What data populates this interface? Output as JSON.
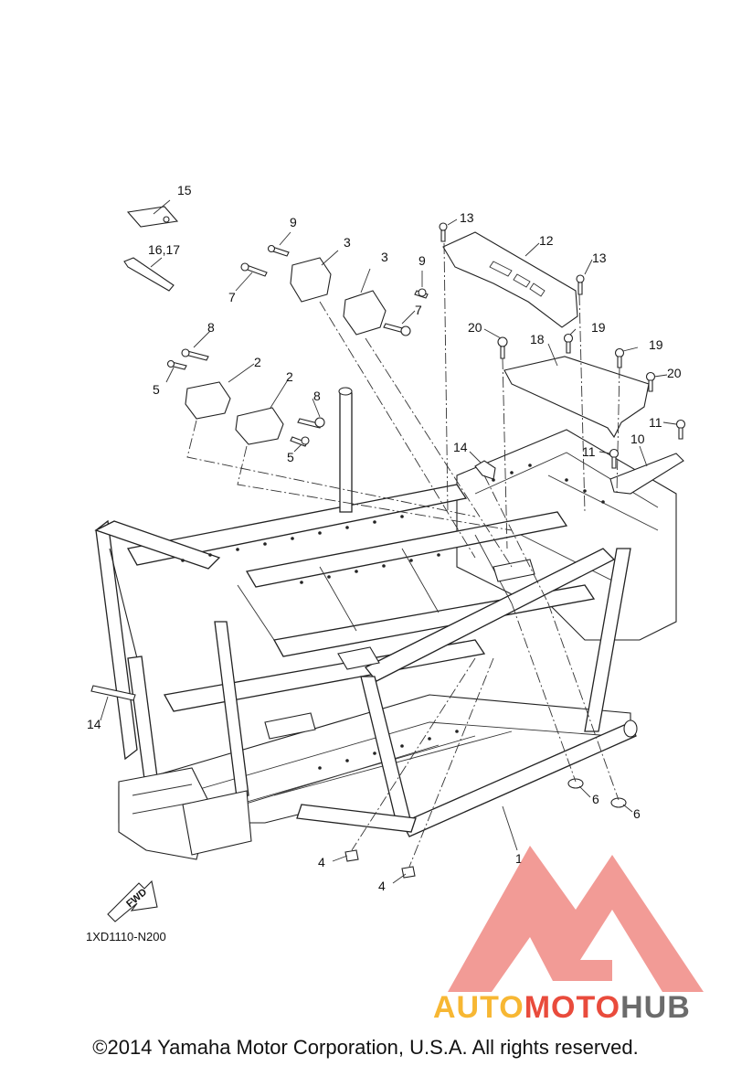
{
  "callouts": [
    {
      "id": "c15",
      "text": "15"
    },
    {
      "id": "c1617",
      "text": "16,17"
    },
    {
      "id": "c9a",
      "text": "9"
    },
    {
      "id": "c3a",
      "text": "3"
    },
    {
      "id": "c7a",
      "text": "7"
    },
    {
      "id": "c3b",
      "text": "3"
    },
    {
      "id": "c9b",
      "text": "9"
    },
    {
      "id": "c7b",
      "text": "7"
    },
    {
      "id": "c13a",
      "text": "13"
    },
    {
      "id": "c12",
      "text": "12"
    },
    {
      "id": "c13b",
      "text": "13"
    },
    {
      "id": "c8a",
      "text": "8"
    },
    {
      "id": "c2a",
      "text": "2"
    },
    {
      "id": "c5a",
      "text": "5"
    },
    {
      "id": "c2b",
      "text": "2"
    },
    {
      "id": "c8b",
      "text": "8"
    },
    {
      "id": "c5b",
      "text": "5"
    },
    {
      "id": "c20a",
      "text": "20"
    },
    {
      "id": "c19a",
      "text": "19"
    },
    {
      "id": "c18",
      "text": "18"
    },
    {
      "id": "c19b",
      "text": "19"
    },
    {
      "id": "c20b",
      "text": "20"
    },
    {
      "id": "c11a",
      "text": "11"
    },
    {
      "id": "c14a",
      "text": "14"
    },
    {
      "id": "c11b",
      "text": "11"
    },
    {
      "id": "c10",
      "text": "10"
    },
    {
      "id": "c14b",
      "text": "14"
    },
    {
      "id": "c6a",
      "text": "6"
    },
    {
      "id": "c6b",
      "text": "6"
    },
    {
      "id": "c1",
      "text": "1"
    },
    {
      "id": "c4a",
      "text": "4"
    },
    {
      "id": "c4b",
      "text": "4"
    }
  ],
  "fwd_label": "FWD",
  "reference_code": "1XD1110-N200",
  "copyright": "©2014 Yamaha Motor Corporation, U.S.A. All rights reserved.",
  "watermark": {
    "text_part1": "AUTO",
    "text_part2": "MOTO",
    "text_part3": "HUB",
    "color_orange": "#f7b733",
    "color_red": "#e94b3c",
    "color_gray": "#6b6b6b",
    "logo_color": "#f08a84"
  }
}
